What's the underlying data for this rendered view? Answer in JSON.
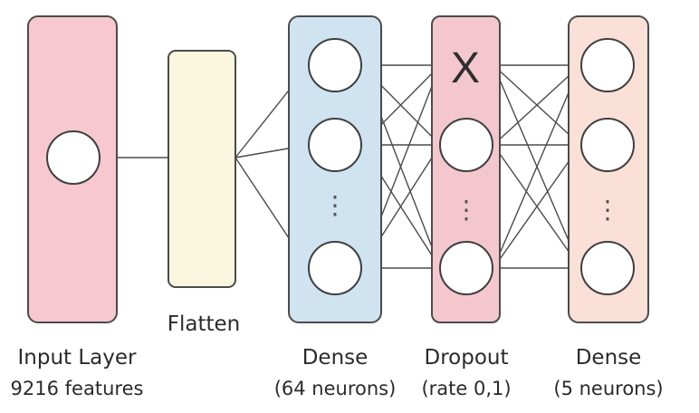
{
  "diagram": {
    "layers": [
      {
        "title": "Input Layer",
        "subtitle": "9216 features",
        "fill": "#f7c8cf",
        "stroke": "#4b4b4b"
      },
      {
        "title": "Flatten",
        "subtitle": "",
        "fill": "#fbf7df",
        "stroke": "#4b4b4b"
      },
      {
        "title": "Dense",
        "subtitle": "(64 neurons)",
        "fill": "#cfe3f1",
        "stroke": "#4b4b4b"
      },
      {
        "title": "Dropout",
        "subtitle": "(rate 0,1)",
        "fill": "#f4c7cf",
        "stroke": "#4b4b4b"
      },
      {
        "title": "Dense",
        "subtitle": "(5 neurons)",
        "fill": "#fbe0d7",
        "stroke": "#4b4b4b"
      }
    ],
    "dropout_mark": "X",
    "ellipsis": "⋮",
    "colors": {
      "line": "#4b4b4b",
      "neuron_fill": "#ffffff"
    }
  }
}
